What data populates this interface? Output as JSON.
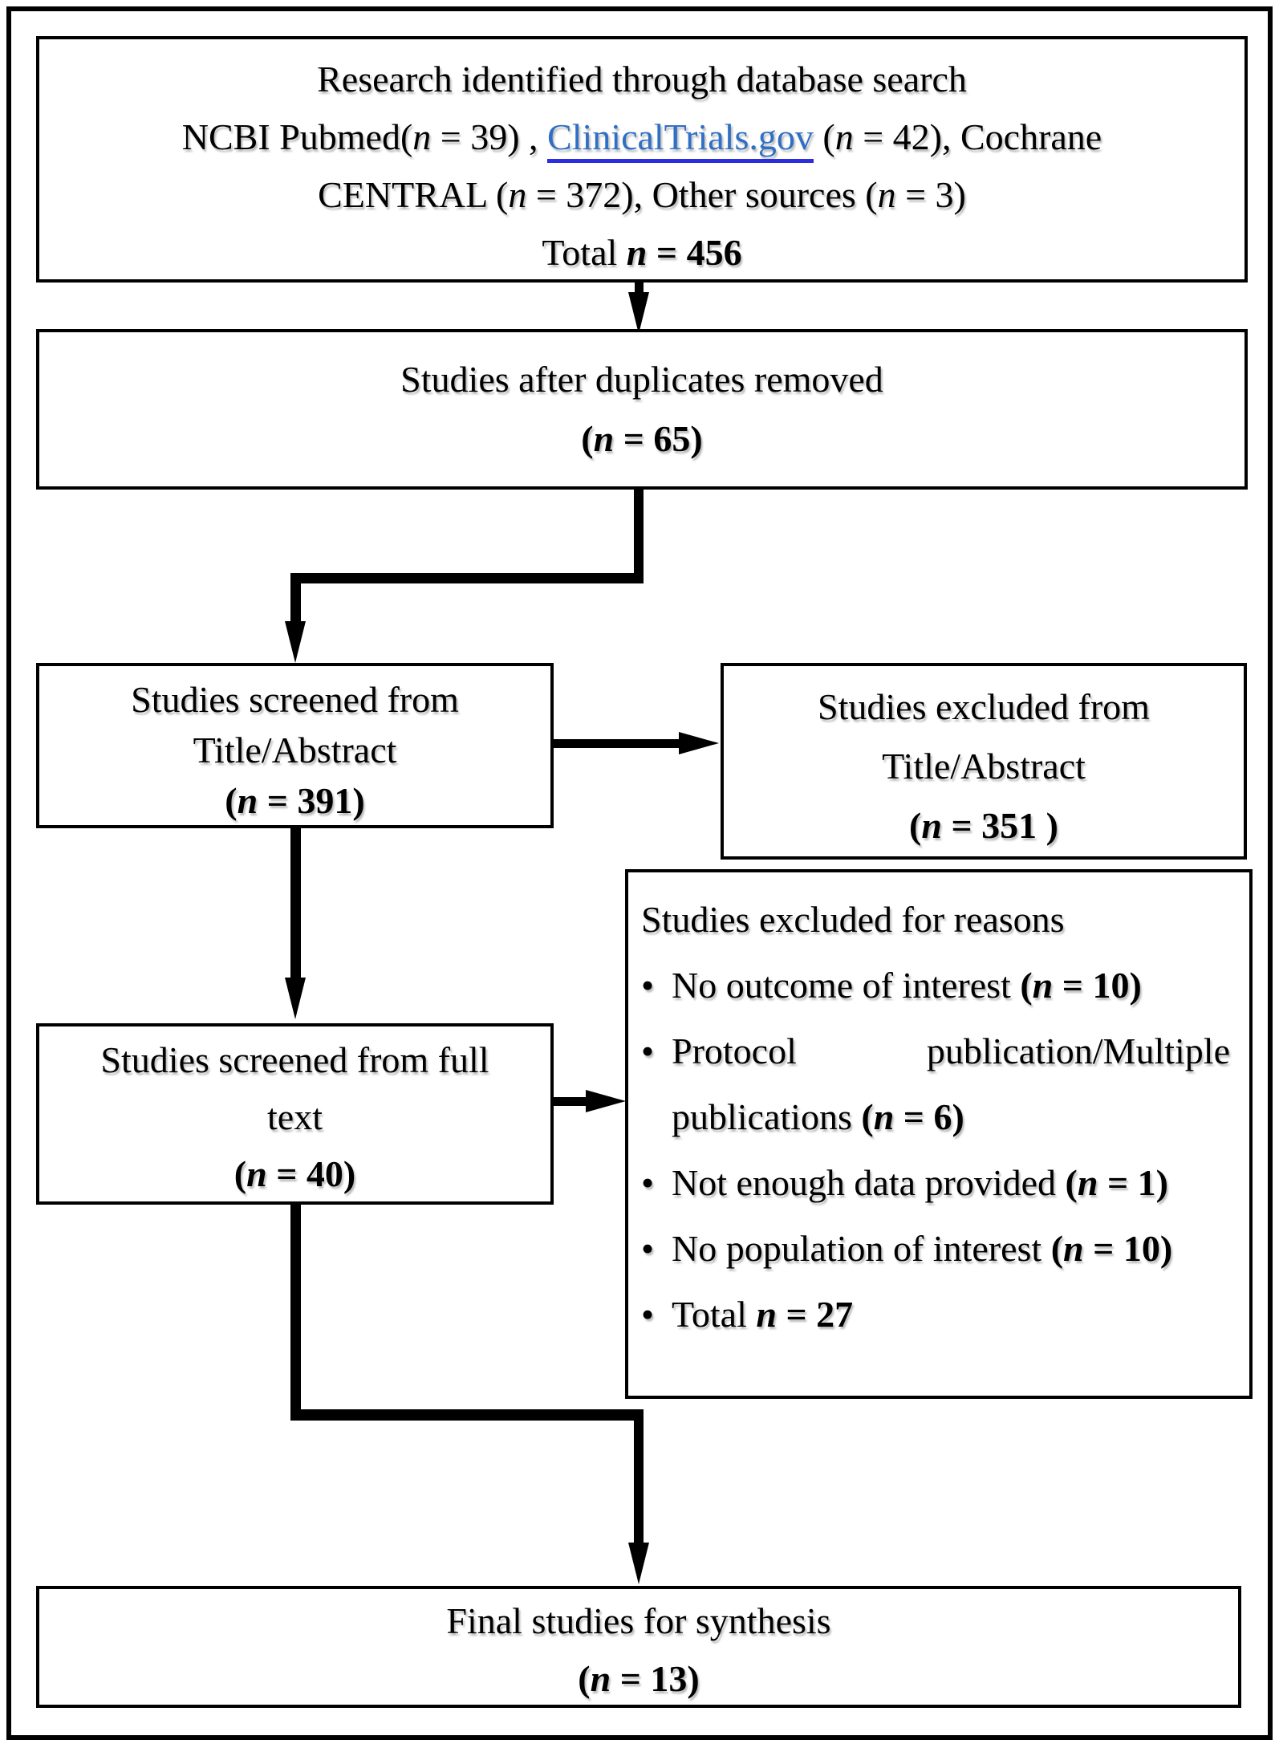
{
  "colors": {
    "ink": "#000000",
    "paper": "#ffffff",
    "line": "#000000",
    "link-text": "#2F6FC5",
    "link-underline": "#2C2CE0"
  },
  "flowchart": {
    "identification": {
      "l1": "Research identified through database search",
      "l2": [
        "NCBI Pubmed(",
        "n",
        " = 39) , ",
        "ClinicalTrials.gov",
        " (",
        "n",
        " = 42), Cochrane"
      ],
      "l3": [
        "CENTRAL (",
        "n",
        " = 372), Other sources (",
        "n",
        " = 3)"
      ],
      "l4": [
        "Total ",
        "n",
        " = 456"
      ]
    },
    "duplicates": {
      "l1": "Studies after duplicates removed",
      "l2": [
        "(",
        "n",
        " = 65)"
      ]
    },
    "screened_title": {
      "l1": "Studies screened from",
      "l2": "Title/Abstract",
      "l3": [
        "(",
        "n",
        " = 391)"
      ]
    },
    "excluded_title": {
      "l1": "Studies excluded from",
      "l2": "Title/Abstract",
      "l3": [
        "(",
        "n",
        " = 351 )"
      ]
    },
    "screened_fulltext": {
      "l1": "Studies screened from full",
      "l2": "text",
      "l3": [
        "(",
        "n",
        " = 40)"
      ]
    },
    "excluded_reasons": {
      "title": "Studies excluded for reasons",
      "bullet_char": "•",
      "b1": [
        "No outcome of interest ",
        "(",
        "n",
        " = 10)"
      ],
      "b2_left": "Protocol",
      "b2_right": "publication/Multiple",
      "b2_cont": [
        "publications ",
        "(",
        "n",
        " = 6)"
      ],
      "b3": [
        "Not enough data provided ",
        "(",
        "n",
        " = 1)"
      ],
      "b4": [
        "No population of interest ",
        "(",
        "n",
        " = 10)"
      ],
      "b5": [
        "Total ",
        "n",
        " = 27"
      ]
    },
    "final": {
      "l1": "Final studies for synthesis",
      "l2": [
        "(",
        "n",
        " = 13)"
      ]
    }
  }
}
